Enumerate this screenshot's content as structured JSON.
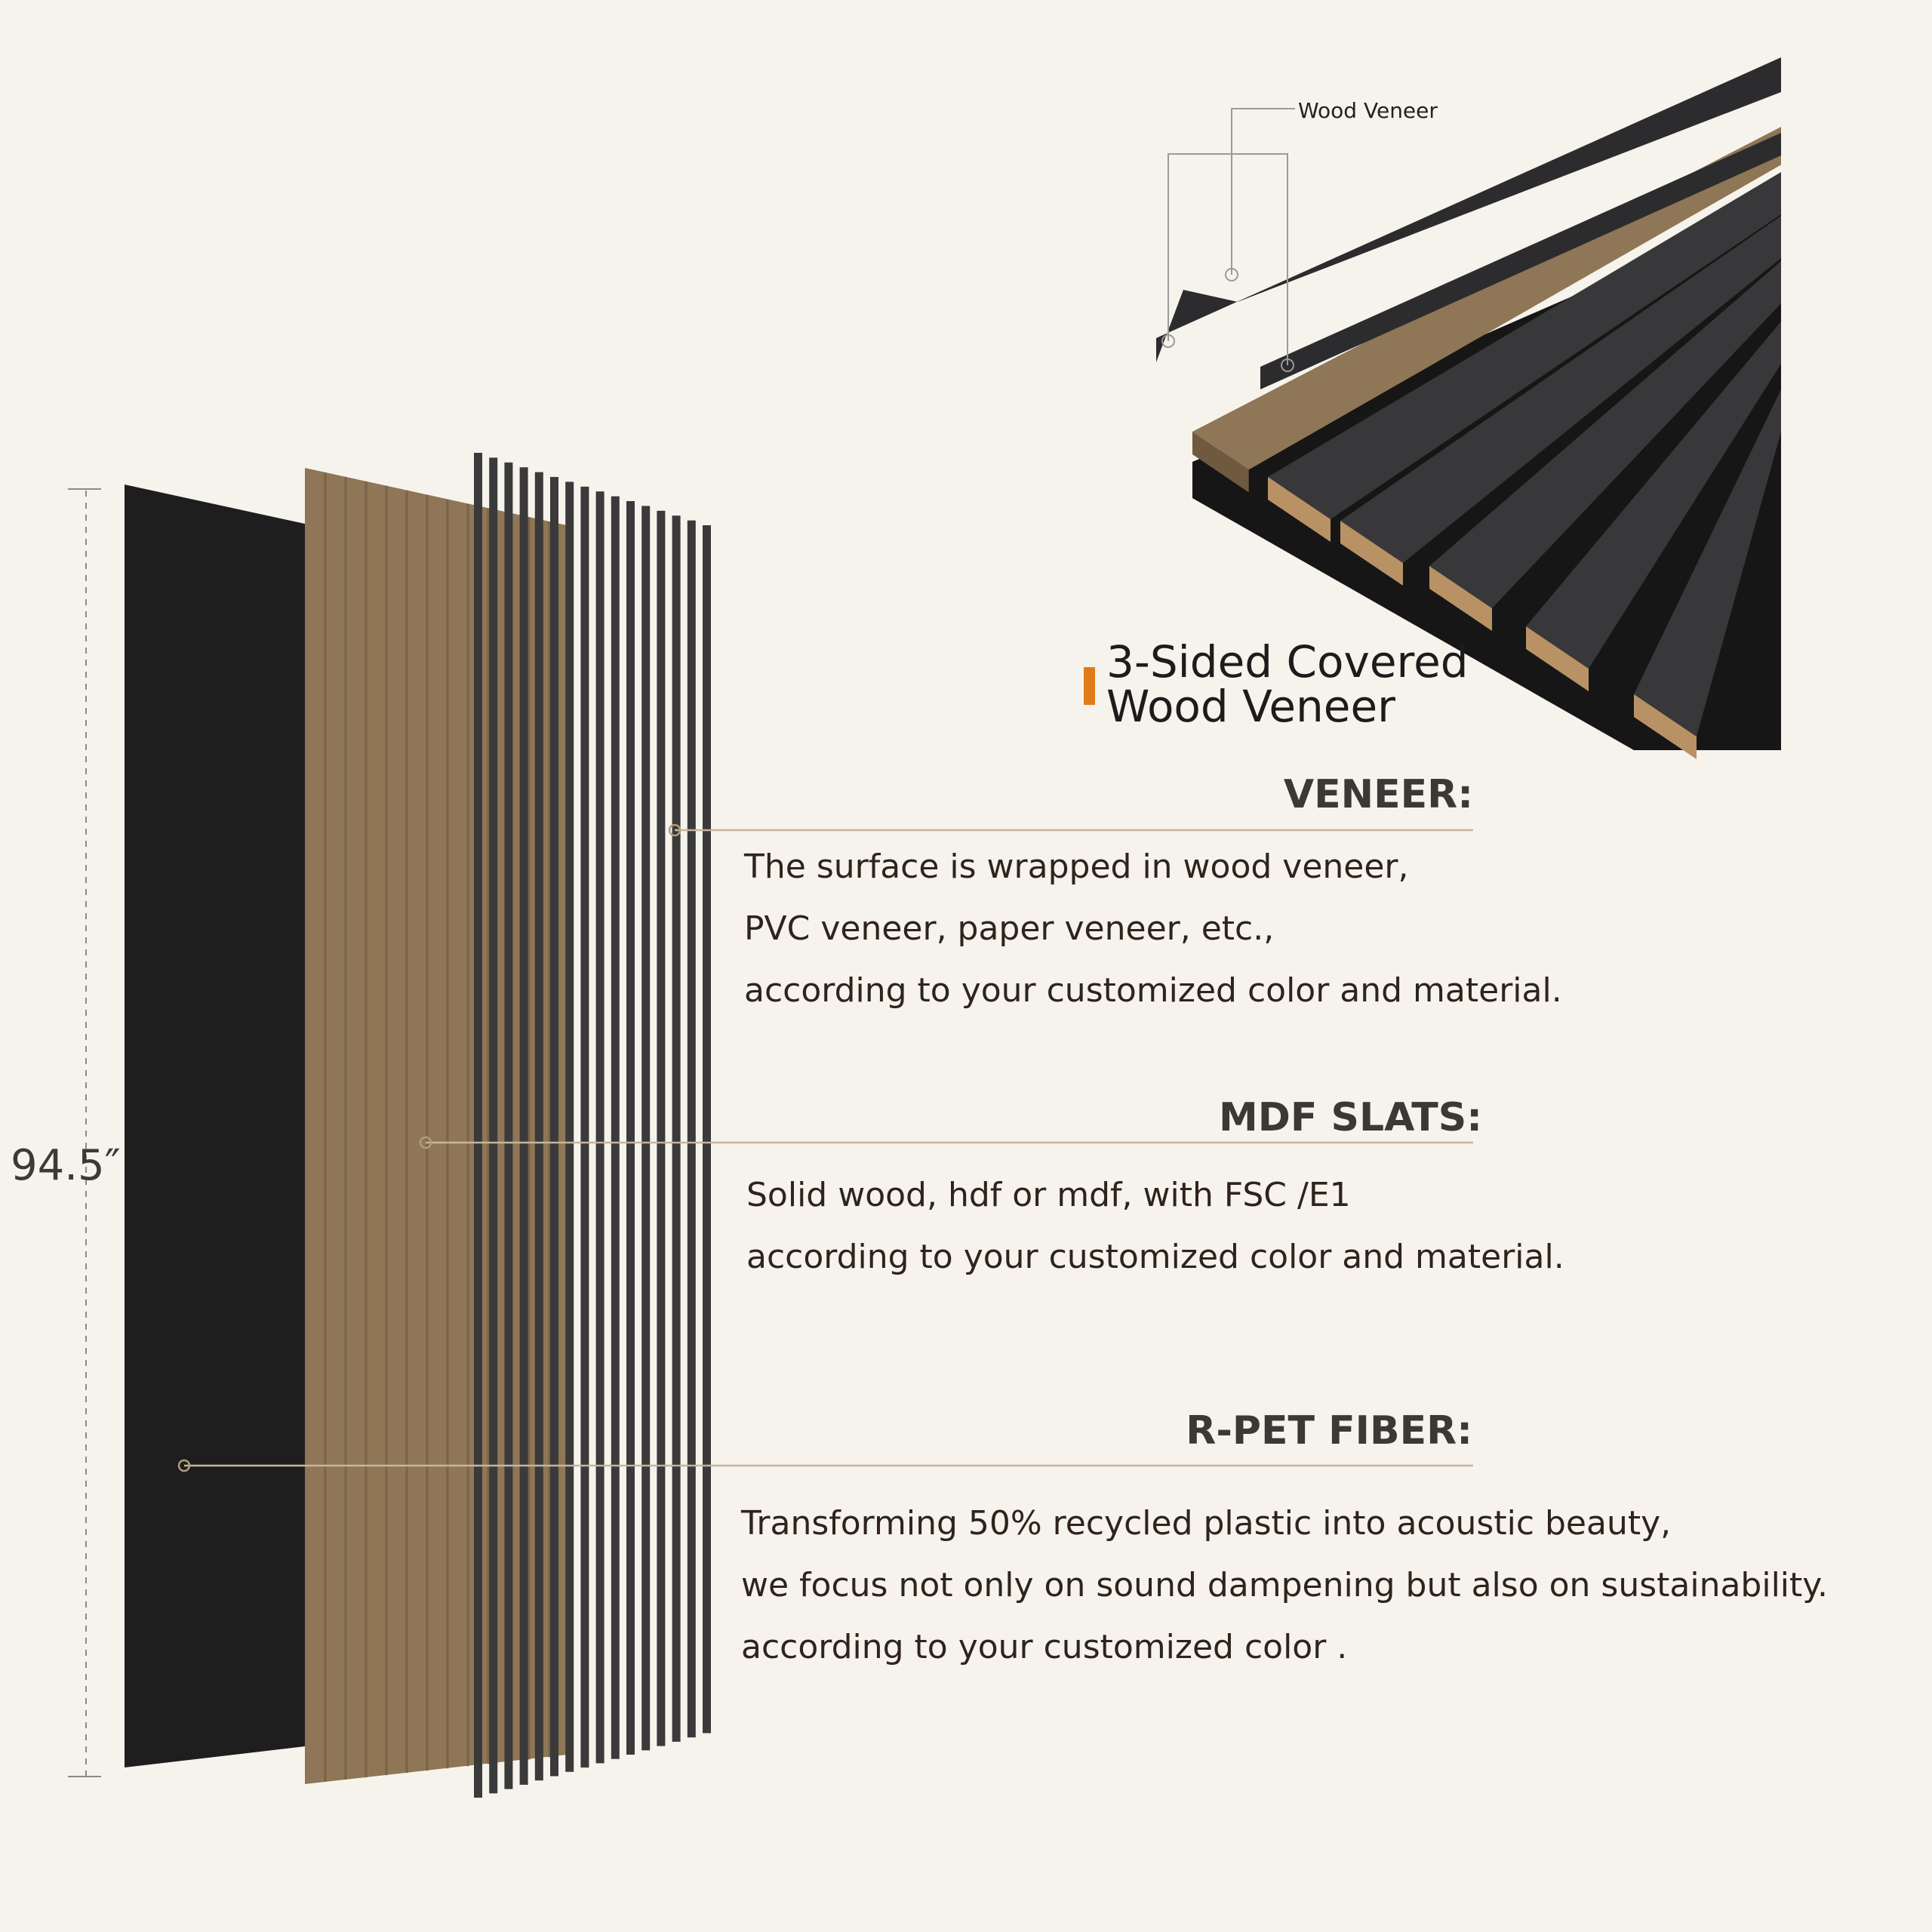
{
  "dimension_label": "94.5″",
  "callout_title": [
    "3-Sided Covered",
    "Wood Veneer"
  ],
  "wood_veneer_tag": "Wood Veneer",
  "sections": [
    {
      "heading": "VENEER:",
      "lines": [
        "The surface is wrapped in wood veneer,",
        "PVC veneer, paper veneer, etc.,",
        "according to your customized color and material."
      ]
    },
    {
      "heading": "MDF SLATS:",
      "lines": [
        "Solid wood, hdf or mdf, with FSC /E1",
        "according to your customized color and material."
      ]
    },
    {
      "heading": "R-PET FIBER:",
      "lines": [
        "Transforming 50% recycled plastic into acoustic beauty,",
        "we focus not only on sound dampening but also on sustainability.",
        "according to your customized color ."
      ]
    }
  ],
  "colors": {
    "background": "#f6f3ec",
    "felt": "#1e1e1e",
    "mdf": "#8f7656",
    "slat": "#3a3a3b",
    "accent": "#e07a1a",
    "leader_line": "#c9b49a"
  }
}
